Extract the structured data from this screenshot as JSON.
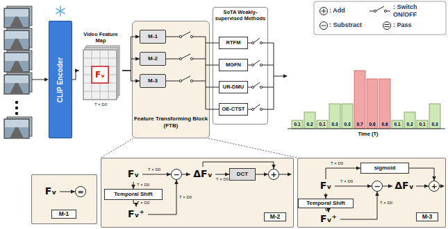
{
  "diagram": {
    "nodes": [
      {
        "text": [
          "CLIP Encoder"
        ]
      },
      {
        "text": [
          "Video Feature Map",
          "Fᵥ",
          "T × D0"
        ]
      },
      {
        "text": [
          "Feature Transforming Block (FTB)"
        ]
      },
      {
        "text": [
          "M-1"
        ],
        "in": 2
      },
      {
        "text": [
          "M-2"
        ],
        "in": 2
      },
      {
        "text": [
          "M-3"
        ],
        "in": 2
      },
      {
        "text": [
          "SoTA Weakly-supervised Methods"
        ]
      },
      {
        "text": [
          "RTFM"
        ],
        "in": 6
      },
      {
        "text": [
          "MGFN"
        ],
        "in": 6
      },
      {
        "text": [
          "UR-DMU"
        ],
        "in": 6
      },
      {
        "text": [
          "OE-CTST"
        ],
        "in": 6
      },
      {
        "text": [
          "M-1"
        ]
      },
      {
        "text": [
          "Fᵥ"
        ],
        "in": 11
      },
      {
        "text": [
          "="
        ],
        "in": 11
      },
      {
        "text": [
          "M-2"
        ]
      },
      {
        "text": [
          "Fᵥ"
        ],
        "in": 14
      },
      {
        "text": [
          "Temporal Shift"
        ],
        "in": 14
      },
      {
        "text": [
          "Fᵥ⁺"
        ],
        "in": 14
      },
      {
        "text": [
          "−"
        ],
        "in": 14
      },
      {
        "text": [
          "ΔFᵥ"
        ],
        "in": 14
      },
      {
        "text": [
          "DCT"
        ],
        "in": 14
      },
      {
        "text": [
          "+"
        ],
        "in": 14
      },
      {
        "text": [
          "M-3"
        ]
      },
      {
        "text": [
          "Fᵥ"
        ],
        "in": 22
      },
      {
        "text": [
          "sigmoid"
        ],
        "in": 22
      },
      {
        "text": [
          "Temporal Shift"
        ],
        "in": 22
      },
      {
        "text": [
          "Fᵥ⁺"
        ],
        "in": 22
      },
      {
        "text": [
          "−"
        ],
        "in": 22
      },
      {
        "text": [
          "ΔFᵥ"
        ],
        "in": 22
      },
      {
        "text": [
          "+"
        ],
        "in": 22
      }
    ],
    "edges": [
      {
        "from": 0,
        "to": 1,
        "arrow": "to"
      },
      {
        "from": 1,
        "to": 3,
        "arrow": "to"
      },
      {
        "from": 1,
        "to": 4,
        "arrow": "to"
      },
      {
        "from": 1,
        "to": 5,
        "arrow": "to"
      },
      {
        "from": 12,
        "to": 13,
        "arrow": "to"
      },
      {
        "from": 15,
        "to": 18,
        "arrow": "to"
      },
      {
        "from": 15,
        "to": 16,
        "arrow": "to"
      },
      {
        "from": 16,
        "to": 17,
        "arrow": "to"
      },
      {
        "from": 17,
        "to": 18,
        "arrow": "to"
      },
      {
        "from": 18,
        "to": 19,
        "arrow": "to"
      },
      {
        "from": 19,
        "to": 20,
        "arrow": "to"
      },
      {
        "from": 20,
        "to": 21,
        "arrow": "to"
      },
      {
        "from": 19,
        "to": 21,
        "arrow": "to"
      },
      {
        "from": 23,
        "to": 24,
        "arrow": "to"
      },
      {
        "from": 23,
        "to": 27,
        "arrow": "to"
      },
      {
        "from": 23,
        "to": 25,
        "arrow": "to"
      },
      {
        "from": 25,
        "to": 26,
        "arrow": "to"
      },
      {
        "from": 26,
        "to": 27,
        "arrow": "to"
      },
      {
        "from": 27,
        "to": 28,
        "arrow": "to"
      },
      {
        "from": 28,
        "to": 29,
        "arrow": "to"
      },
      {
        "from": 24,
        "to": 29,
        "arrow": "to"
      }
    ],
    "labels": [
      "0.1",
      "0.2",
      "0.1",
      "0.3",
      "0.3",
      "0.7",
      "0.6",
      "0.6",
      "0.1",
      "0.2",
      "0.1",
      "0.3",
      "Time (T)",
      "T × D0",
      "T × D0",
      "T × D0",
      "T × D0",
      "T × D0",
      "T × D0",
      "T × D0",
      "T × D0"
    ],
    "legend": [
      {
        "text": ": Add"
      },
      {
        "text": ": Switch ON/OFF"
      },
      {
        "text": ": Substract"
      },
      {
        "text": ": Pass"
      }
    ]
  }
}
